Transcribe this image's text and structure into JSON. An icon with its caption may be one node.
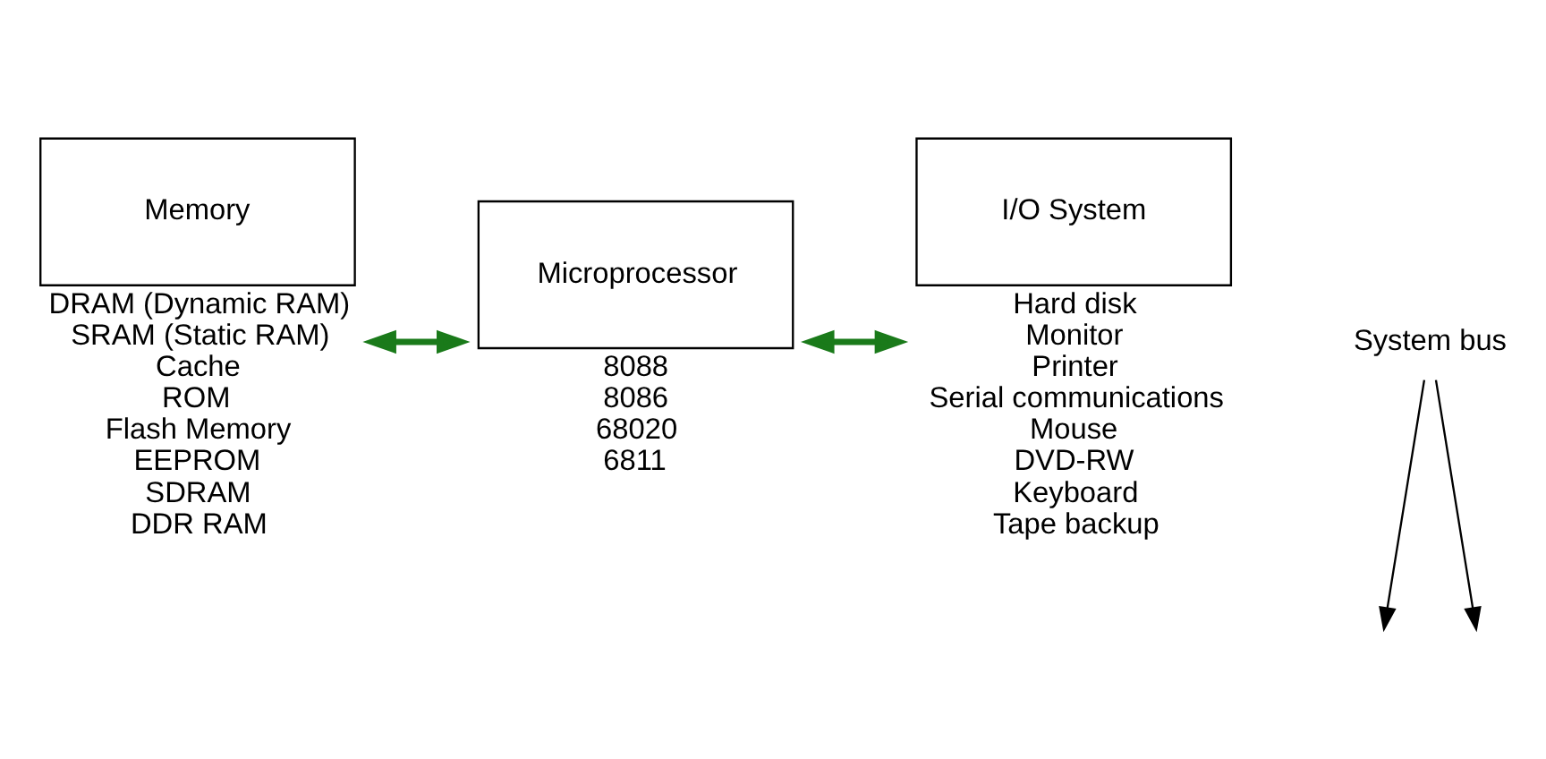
{
  "diagram": {
    "nodes": [
      {
        "text": [
          "Memory"
        ],
        "beside": [
          "DRAM (Dynamic RAM)",
          "SRAM (Static RAM)",
          "Cache",
          "ROM",
          "Flash Memory",
          "EEPROM",
          "SDRAM",
          "DDR RAM"
        ]
      },
      {
        "text": [
          "Microprocessor"
        ],
        "beside": [
          "8088",
          "8086",
          "68020",
          "6811"
        ]
      },
      {
        "text": [
          "I/O System"
        ],
        "beside": [
          "Hard disk",
          "Monitor",
          "Printer",
          "Serial communications",
          "Mouse",
          "DVD-RW",
          "Keyboard",
          "Tape backup"
        ]
      },
      {
        "text": [
          "System bus"
        ]
      }
    ],
    "edges": [
      {
        "from": 0,
        "to": 1,
        "arrow": "both",
        "style": "thick",
        "color": "#1a7a1a"
      },
      {
        "from": 1,
        "to": 2,
        "arrow": "both",
        "style": "thick",
        "color": "#1a7a1a"
      },
      {
        "from": 3,
        "to": null,
        "arrow": "to",
        "color": "#000000"
      },
      {
        "from": 3,
        "to": null,
        "arrow": "to",
        "color": "#000000"
      }
    ]
  }
}
